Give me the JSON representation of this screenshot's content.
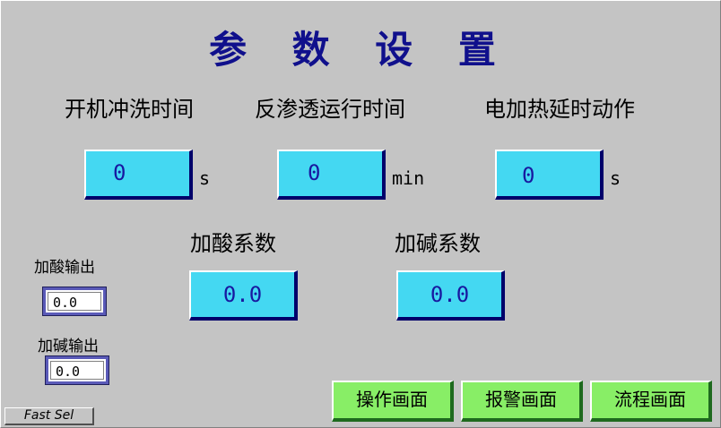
{
  "title": "参 数 设 置",
  "params": {
    "flush_time": {
      "label": "开机冲洗时间",
      "value": "0",
      "unit": "s"
    },
    "ro_run_time": {
      "label": "反渗透运行时间",
      "value": "0",
      "unit": "min"
    },
    "heater_delay": {
      "label": "电加热延时动作",
      "value": "0",
      "unit": "s"
    },
    "acid_coef": {
      "label": "加酸系数",
      "value": "0.0"
    },
    "alkali_coef": {
      "label": "加碱系数",
      "value": "0.0"
    }
  },
  "outputs": {
    "acid": {
      "label": "加酸输出",
      "value": "0.0"
    },
    "alkali": {
      "label": "加碱输出",
      "value": "0.0"
    }
  },
  "nav": {
    "operation": "操作画面",
    "alarm": "报警画面",
    "process": "流程画面"
  },
  "fast_sel": "Fast Sel",
  "colors": {
    "background": "#c4c4c4",
    "title": "#10108c",
    "input_fill": "#44d8f2",
    "button_fill": "#88ee66"
  }
}
